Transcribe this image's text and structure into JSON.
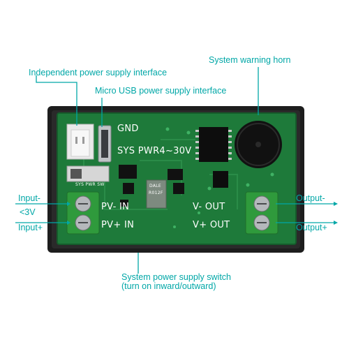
{
  "callouts": {
    "independent_power": "Independent power supply interface",
    "micro_usb": "Micro USB power supply interface",
    "warning_horn": "System warning horn",
    "input_minus": "Input-",
    "voltage_range": "<3V",
    "input_plus": "Input+",
    "output_minus": "Output-",
    "output_plus": "Output+",
    "power_switch_line1": "System power supply switch",
    "power_switch_line2": "(turn on inward/outward)"
  },
  "pcb_silkscreen": {
    "gnd": "GND",
    "sys_pwr": "SYS PWR4~30V",
    "sys_pwr_sw": "SYS PWR SW",
    "pv_minus_in": "PV- IN",
    "pv_plus_in": "PV+ IN",
    "v_minus_out": "V- OUT",
    "v_plus_out": "V+ OUT",
    "resistor_brand": "DALE",
    "resistor_value": "R012F"
  },
  "colors": {
    "accent": "#00a7a7",
    "pcb": "#1e7a3a",
    "housing": "#1d1d1d",
    "terminal": "#2f9a3c"
  }
}
